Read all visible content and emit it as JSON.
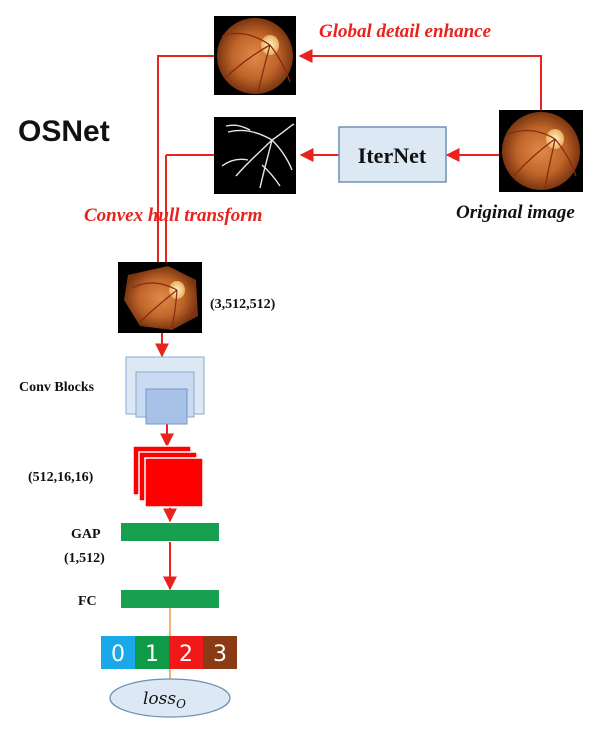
{
  "title": "OSNet",
  "labels": {
    "global_detail": "Global detail enhance",
    "convex_hull": "Convex hull transform",
    "original_image": "Original image",
    "iternet": "IterNet",
    "input_shape": "(3,512,512)",
    "conv_blocks": "Conv Blocks",
    "feature_shape": "(512,16,16)",
    "gap": "GAP",
    "gap_shape": "(1,512)",
    "fc": "FC",
    "loss_main": "loss",
    "loss_sub": "O"
  },
  "classes": [
    {
      "label": "0",
      "color": "#1aa9e8"
    },
    {
      "label": "1",
      "color": "#0f9a48"
    },
    {
      "label": "2",
      "color": "#f01818"
    },
    {
      "label": "3",
      "color": "#8a3a14"
    }
  ],
  "colors": {
    "arrow": "#e8231d",
    "iternet_fill": "#dce9f5",
    "iternet_stroke": "#6d8fb5",
    "conv_fill": "#b8cdea",
    "feature_fill": "#ff0000",
    "bar_fill": "#16a050",
    "loss_fill": "#dce9f5"
  }
}
